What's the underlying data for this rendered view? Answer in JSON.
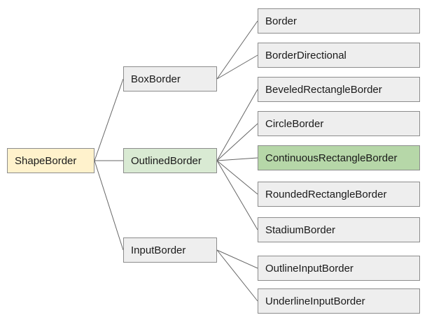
{
  "nodes": {
    "shape_border": "ShapeBorder",
    "box_border": "BoxBorder",
    "outlined_border": "OutlinedBorder",
    "input_border": "InputBorder",
    "border": "Border",
    "border_directional": "BorderDirectional",
    "beveled_rectangle_border": "BeveledRectangleBorder",
    "circle_border": "CircleBorder",
    "continuous_rectangle_border": "ContinuousRectangleBorder",
    "rounded_rectangle_border": "RoundedRectangleBorder",
    "stadium_border": "StadiumBorder",
    "outline_input_border": "OutlineInputBorder",
    "underline_input_border": "UnderlineInputBorder"
  },
  "edges": [
    [
      "shape_border",
      "box_border"
    ],
    [
      "shape_border",
      "outlined_border"
    ],
    [
      "shape_border",
      "input_border"
    ],
    [
      "box_border",
      "border"
    ],
    [
      "box_border",
      "border_directional"
    ],
    [
      "outlined_border",
      "beveled_rectangle_border"
    ],
    [
      "outlined_border",
      "circle_border"
    ],
    [
      "outlined_border",
      "continuous_rectangle_border"
    ],
    [
      "outlined_border",
      "rounded_rectangle_border"
    ],
    [
      "outlined_border",
      "stadium_border"
    ],
    [
      "input_border",
      "outline_input_border"
    ],
    [
      "input_border",
      "underline_input_border"
    ]
  ],
  "colors": {
    "root_fill": "#fff2cc",
    "highlight_parent_fill": "#d9ead3",
    "highlight_leaf_fill": "#b6d7a8",
    "default_fill": "#eeeeee",
    "border": "#8c8c8c",
    "line": "#666666"
  }
}
